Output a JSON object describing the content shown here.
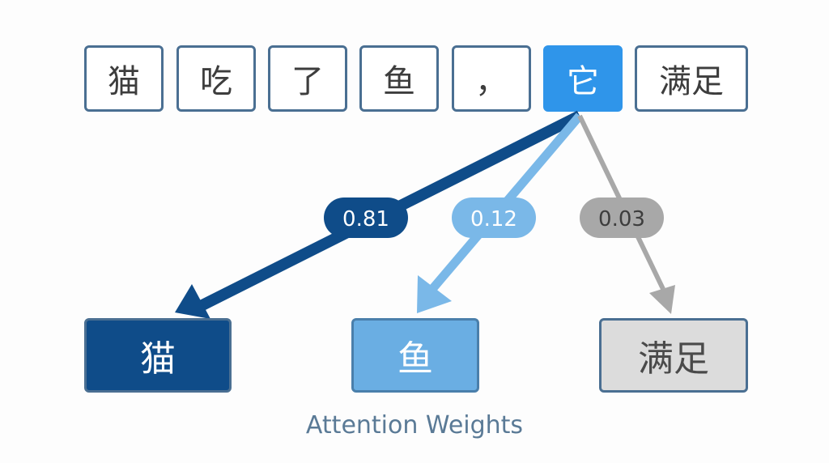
{
  "tokens": [
    "猫",
    "吃",
    "了",
    "鱼",
    "，",
    "它",
    "满足"
  ],
  "active_token_index": 5,
  "links": [
    {
      "weight": "0.81",
      "target": "猫",
      "color": "#0f4c89",
      "label_text_color": "#ffffff",
      "box_fill": "#0f4c89",
      "box_border": "#4a6f92",
      "box_text_color": "#ffffff"
    },
    {
      "weight": "0.12",
      "target": "鱼",
      "color": "#7ab8e8",
      "label_text_color": "#ffffff",
      "box_fill": "#6aaee3",
      "box_border": "#4a7fab",
      "box_text_color": "#ffffff"
    },
    {
      "weight": "0.03",
      "target": "满足",
      "color": "#a8a8a8",
      "label_text_color": "#3d3d3d",
      "box_fill": "#dcdcdc",
      "box_border": "#4a6f92",
      "box_text_color": "#4a4a4a"
    }
  ],
  "caption": "Attention Weights"
}
